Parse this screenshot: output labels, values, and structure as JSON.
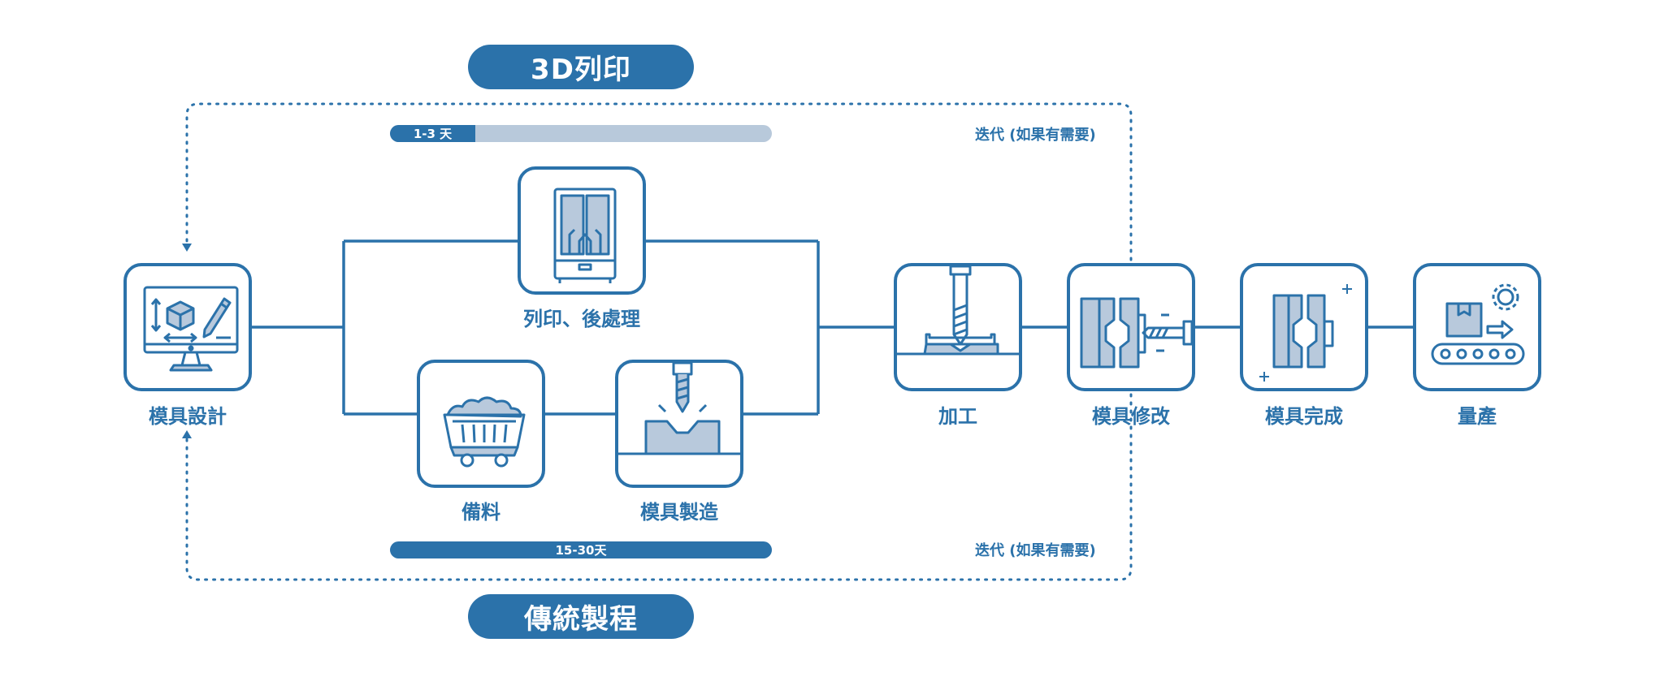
{
  "title_top": "3D列印",
  "title_bottom": "傳統製程",
  "iteration_top": "迭代 (如果有需要)",
  "iteration_bottom": "迭代 (如果有需要)",
  "bar_top": "1-3 天",
  "bar_bottom": "15-30天",
  "steps": {
    "design": "模具設計",
    "print": "列印、後處理",
    "material": "備料",
    "mold_make": "模具製造",
    "machining": "加工",
    "mold_modify": "模具修改",
    "mold_done": "模具完成",
    "production": "量產"
  },
  "colors": {
    "primary": "#2b72aa",
    "light_fill": "#b8c9dc",
    "bar_light": "#b8c9db"
  }
}
